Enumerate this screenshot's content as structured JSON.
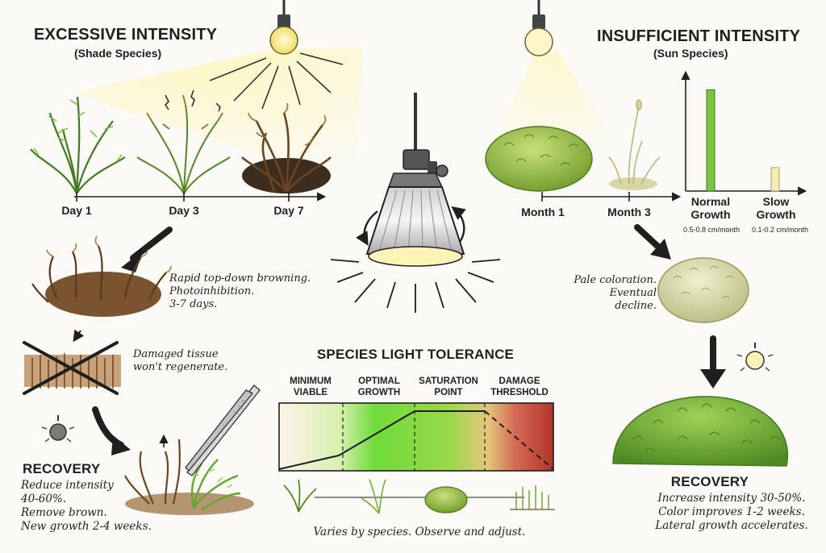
{
  "excessive": {
    "title": "EXCESSIVE INTENSITY",
    "subtitle": "(Shade Species)",
    "timeline": [
      "Day 1",
      "Day 3",
      "Day 7"
    ],
    "note": [
      "Rapid top-down browning.",
      "Photoinhibition.",
      "3-7 days."
    ],
    "damage_note": [
      "Damaged tissue",
      "won't regenerate."
    ],
    "recovery_title": "RECOVERY",
    "recovery_lines": [
      "Reduce intensity",
      "40-60%.",
      "Remove brown.",
      "New growth 2-4 weeks."
    ]
  },
  "insufficient": {
    "title": "INSUFFICIENT INTENSITY",
    "subtitle": "(Sun Species)",
    "timeline": [
      "Month 1",
      "Month 3"
    ],
    "note": [
      "Pale coloration.",
      "Eventual decline."
    ],
    "recovery_title": "RECOVERY",
    "recovery_lines": [
      "Increase intensity 30-50%.",
      "Color improves 1-2 weeks.",
      "Lateral growth accelerates."
    ],
    "chart_data": {
      "type": "bar",
      "categories": [
        "Normal Growth",
        "Slow Growth"
      ],
      "category_lines": [
        [
          "Normal",
          "Growth"
        ],
        [
          "Slow",
          "Growth"
        ]
      ],
      "rate_labels": [
        "0.5-0.8 cm/month",
        "0.1-0.2 cm/month"
      ],
      "values": [
        0.65,
        0.15
      ],
      "ylim": [
        0,
        0.75
      ],
      "colors": [
        "#7cc242",
        "#f4ecb2"
      ]
    }
  },
  "tolerance": {
    "title": "SPECIES LIGHT TOLERANCE",
    "zones": [
      [
        "MINIMUM",
        "VIABLE"
      ],
      [
        "OPTIMAL",
        "GROWTH"
      ],
      [
        "SATURATION",
        "POINT"
      ],
      [
        "DAMAGE",
        "THRESHOLD"
      ]
    ],
    "footer": "Varies by species. Observe and adjust."
  }
}
